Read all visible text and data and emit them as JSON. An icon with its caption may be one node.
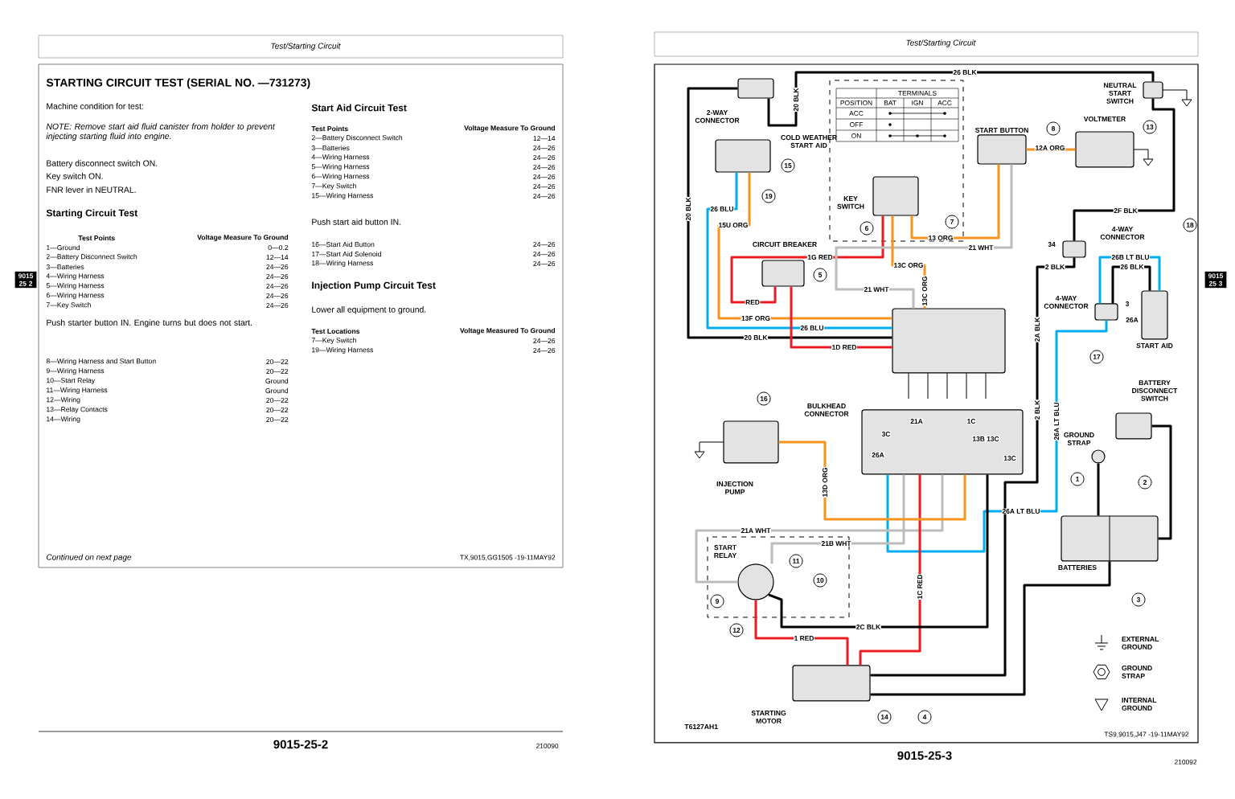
{
  "diagram": {
    "title": "STARTING CIRCUIT TEST (SERIAL NO. —731273)",
    "nodes": [
      {
        "text": [
          "2-WAY CONNECTOR"
        ]
      },
      {
        "text": [
          "COLD WEATHER START AID"
        ]
      },
      {
        "text": [
          "KEY SWITCH"
        ]
      },
      {
        "text": [
          "START BUTTON"
        ]
      },
      {
        "text": [
          "VOLTMETER"
        ]
      },
      {
        "text": [
          "NEUTRAL START SWITCH"
        ]
      },
      {
        "text": [
          "CIRCUIT BREAKER"
        ]
      },
      {
        "text": [
          "4-WAY CONNECTOR"
        ]
      },
      {
        "text": [
          "4-WAY CONNECTOR"
        ]
      },
      {
        "text": [
          "START AID"
        ]
      },
      {
        "text": [],
        "shape": "box"
      },
      {
        "text": [
          "BULKHEAD CONNECTOR"
        ]
      },
      {
        "text": [
          "INJECTION PUMP"
        ]
      },
      {
        "text": [
          "BATTERY DISCONNECT SWITCH"
        ]
      },
      {
        "text": [
          "GROUND STRAP"
        ]
      },
      {
        "text": [
          "START RELAY"
        ]
      },
      {
        "text": [
          "BATTERIES"
        ]
      },
      {
        "text": [
          "STARTING MOTOR"
        ]
      }
    ],
    "edges": [
      {
        "from": 0,
        "to": 5,
        "arrow": "none",
        "label": "26 BLK"
      },
      {
        "from": 0,
        "to": 10,
        "arrow": "none",
        "label": "20 BLK"
      },
      {
        "from": 1,
        "to": 10,
        "arrow": "none",
        "label": "26 BLU",
        "color": "#00aeef"
      },
      {
        "from": 1,
        "to": 10,
        "arrow": "none",
        "label": "13F ORG",
        "color": "#f7941d"
      },
      {
        "from": 2,
        "to": 6,
        "arrow": "none",
        "label": "1G RED",
        "color": "#ed1c24"
      },
      {
        "from": 6,
        "to": 10,
        "arrow": "none",
        "label": "1D RED",
        "color": "#ed1c24"
      },
      {
        "from": 2,
        "to": 3,
        "arrow": "none",
        "label": "13 ORG",
        "color": "#f7941d"
      },
      {
        "from": 3,
        "to": 10,
        "arrow": "none",
        "label": "21 WHT",
        "color": "#bdbdbd"
      },
      {
        "from": 5,
        "to": 7,
        "arrow": "none",
        "label": "2F BLK"
      },
      {
        "from": 7,
        "to": 17,
        "arrow": "none",
        "label": "2A BLK"
      },
      {
        "from": 9,
        "to": 8,
        "arrow": "none",
        "label": "26B LT BLU",
        "color": "#00aeef"
      },
      {
        "from": 9,
        "to": 8,
        "arrow": "none",
        "label": "26 BLK"
      },
      {
        "from": 8,
        "to": 11,
        "arrow": "none",
        "label": "26A LT BLU",
        "color": "#00aeef"
      },
      {
        "from": 11,
        "to": 15,
        "arrow": "none",
        "label": "21A WHT",
        "color": "#bdbdbd"
      },
      {
        "from": 11,
        "to": 15,
        "arrow": "none",
        "label": "21B WHT",
        "color": "#bdbdbd"
      },
      {
        "from": 11,
        "to": 17,
        "arrow": "none",
        "label": "1C RED",
        "color": "#ed1c24"
      },
      {
        "from": 15,
        "to": 17,
        "arrow": "none",
        "label": "1 RED",
        "color": "#ed1c24"
      },
      {
        "from": 11,
        "to": 15,
        "arrow": "none",
        "label": "2C BLK"
      },
      {
        "from": 2,
        "to": 10,
        "arrow": "none",
        "label": "13C ORG",
        "color": "#f7941d"
      },
      {
        "from": 3,
        "to": 4,
        "arrow": "none",
        "label": "12A ORG",
        "color": "#f7941d"
      },
      {
        "from": 11,
        "to": 12,
        "arrow": "none",
        "label": "13D ORG",
        "color": "#f7941d"
      },
      {
        "from": 13,
        "to": 16,
        "arrow": "none"
      },
      {
        "from": 14,
        "to": 16,
        "arrow": "none"
      },
      {
        "from": 16,
        "to": 17,
        "arrow": "none"
      }
    ],
    "labels": [
      "Test/Starting Circuit",
      "Machine condition for test:",
      "NOTE: Remove start aid fluid canister from holder to prevent injecting starting fluid into engine.",
      "Battery disconnect switch ON.",
      "Key switch ON.",
      "FNR lever in NEUTRAL.",
      "Starting Circuit Test",
      "Test Points",
      "Voltage Measure To Ground",
      "1—Ground",
      "0—0.2",
      "2—Battery Disconnect Switch",
      "12—14",
      "3—Batteries",
      "24—26",
      "4—Wiring Harness",
      "24—26",
      "5—Wiring Harness",
      "24—26",
      "6—Wiring Harness",
      "24—26",
      "7—Key Switch",
      "24—26",
      "Push starter button IN. Engine turns but does not start.",
      "8—Wiring Harness and Start Button",
      "20—22",
      "9—Wiring Harness",
      "20—22",
      "10—Start Relay",
      "Ground",
      "11—Wiring Harness",
      "Ground",
      "12—Wiring",
      "20—22",
      "13—Relay Contacts",
      "20—22",
      "14—Wiring",
      "20—22",
      "Start Aid Circuit Test",
      "Test Points",
      "Voltage Measure To Ground",
      "2—Battery Disconnect Switch",
      "12—14",
      "3—Batteries",
      "24—26",
      "4—Wiring Harness",
      "24—26",
      "5—Wiring Harness",
      "24—26",
      "6—Wiring Harness",
      "24—26",
      "7—Key Switch",
      "24—26",
      "15—Wiring Harness",
      "24—26",
      "Push start aid button IN.",
      "16—Start Aid Button",
      "24—26",
      "17—Start Aid Solenoid",
      "24—26",
      "18—Wiring Harness",
      "24—26",
      "Injection Pump Circuit Test",
      "Lower all equipment to ground.",
      "Test Locations",
      "Voltage Measured To Ground",
      "7—Key Switch",
      "24—26",
      "19—Wiring Harness",
      "24—26",
      "Continued on next page",
      "TX,9015,GG1505 -19-11MAY92",
      "9015-25-2",
      "210090",
      "9015 25 2",
      "Test/Starting Circuit",
      "9015 25 3",
      "TERMINALS",
      "POSITION",
      "BAT",
      "IGN",
      "ACC",
      "ACC",
      "OFF",
      "ON",
      "20 BLK",
      "20 BLK",
      "15U ORG",
      "26 BLU",
      "RED",
      "13C ORG",
      "21 WHT",
      "2 BLK",
      "26A LT BLU",
      "34",
      "3",
      "26A",
      "2 BLK",
      "21A",
      "3C",
      "26A",
      "1C",
      "13B 13C",
      "13C",
      "1",
      "2",
      "3",
      "4",
      "5",
      "6",
      "7",
      "8",
      "9",
      "10",
      "11",
      "12",
      "13",
      "14",
      "15",
      "16",
      "17",
      "18",
      "19",
      "T6127AH1",
      "TS9,9015,J47 -19-11MAY92",
      "9015-25-3",
      "210092"
    ],
    "legend": [
      {
        "text": "EXTERNAL GROUND"
      },
      {
        "text": "GROUND STRAP"
      },
      {
        "text": "INTERNAL GROUND"
      }
    ]
  }
}
